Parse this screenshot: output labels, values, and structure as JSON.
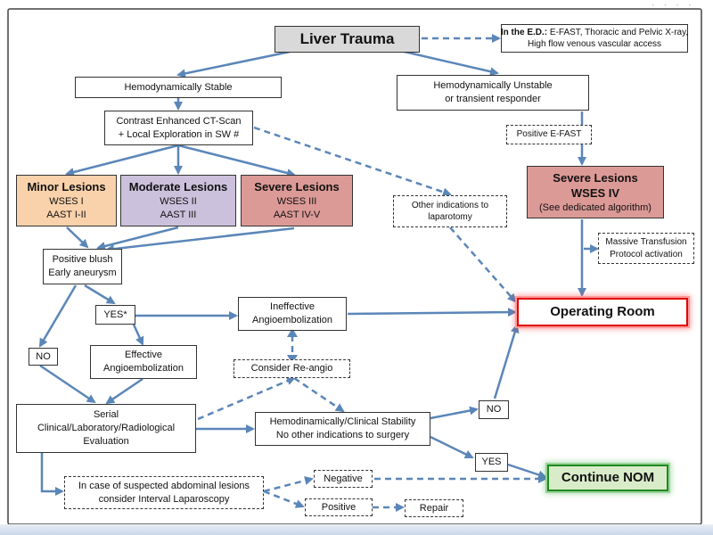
{
  "title": "Liver Trauma",
  "ed": {
    "heading": "In the E.D.:",
    "line1": "E-FAST, Thoracic and Pelvic X-ray,",
    "line2": "High flow venous vascular access"
  },
  "stable": "Hemodynamically Stable",
  "unstable": {
    "line1": "Hemodynamically Unstable",
    "line2": "or transient responder"
  },
  "ct": {
    "line1": "Contrast Enhanced CT-Scan",
    "line2": "+ Local Exploration in SW #"
  },
  "positive_efast": "Positive E-FAST",
  "minor": {
    "title": "Minor Lesions",
    "line1": "WSES I",
    "line2": "AAST I-II"
  },
  "moderate": {
    "title": "Moderate Lesions",
    "line1": "WSES II",
    "line2": "AAST III"
  },
  "severe": {
    "title": "Severe Lesions",
    "line1": "WSES III",
    "line2": "AAST IV-V"
  },
  "other_indications": {
    "line1": "Other indications to",
    "line2": "laparotomy"
  },
  "severe4": {
    "title1": "Severe Lesions",
    "title2": "WSES IV",
    "line": "(See dedicated algorithm)"
  },
  "massive": {
    "line1": "Massive Transfusion",
    "line2": "Protocol activation"
  },
  "blush": {
    "line1": "Positive blush",
    "line2": "Early aneurysm"
  },
  "yes_star": "YES*",
  "ineffective": {
    "line1": "Ineffective",
    "line2": "Angioembolization"
  },
  "operating_room": "Operating Room",
  "no_left": "NO",
  "effective": {
    "line1": "Effective",
    "line2": "Angioembolization"
  },
  "reangio": "Consider Re-angio",
  "serial": {
    "line1": "Serial",
    "line2": "Clinical/Laboratory/Radiological",
    "line3": "Evaluation"
  },
  "stability": {
    "line1": "Hemodinamically/Clinical Stability",
    "line2": "No other indications to surgery"
  },
  "no_right": "NO",
  "yes_right": "YES",
  "continue_nom": "Continue NOM",
  "laparoscopy": {
    "line1": "In case of suspected abdominal lesions",
    "line2": "consider Interval Laparoscopy"
  },
  "negative": "Negative",
  "positive": "Positive",
  "repair": "Repair",
  "colors": {
    "arrow": "#5b86b8",
    "minor_fill": "#f9d2ab",
    "moderate_fill": "#ccc1dc",
    "severe_fill": "#dc9a97",
    "title_fill": "#d9d9d9",
    "or_border": "#e00000",
    "nom_fill": "#d9ecc9",
    "nom_border": "#1f8a1f"
  }
}
